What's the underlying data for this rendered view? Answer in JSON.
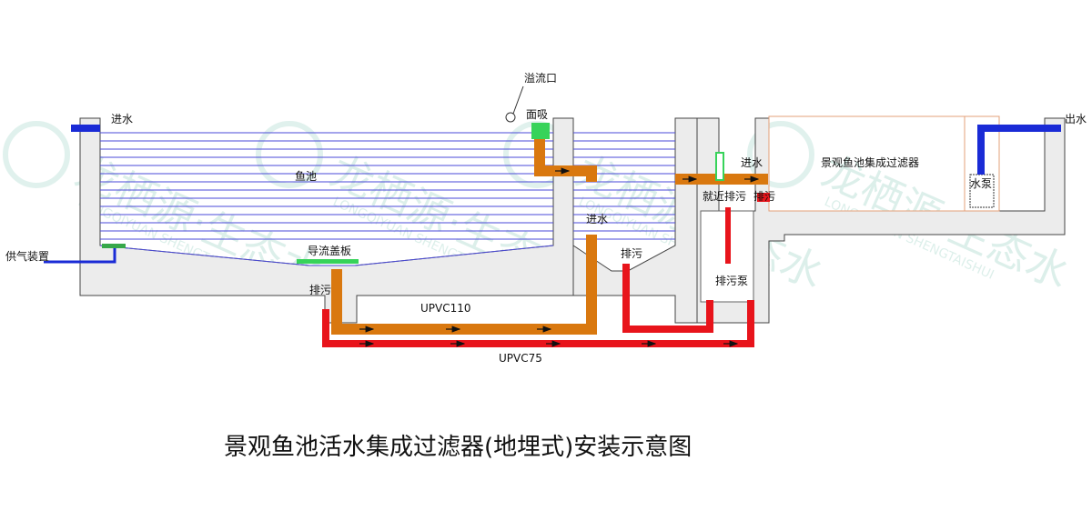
{
  "title": "景观鱼池活水集成过滤器(地埋式)安装示意图",
  "labels": {
    "inlet_left": "进水",
    "fish_pond": "鱼池",
    "overflow": "溢流口",
    "surface_skimmer": "面吸",
    "air_supply": "供气装置",
    "guide_cover": "导流盖板",
    "drain_center": "排污",
    "inlet_middle": "进水",
    "drain_middle": "排污",
    "pipe_110": "UPVC110",
    "pipe_75": "UPVC75",
    "inlet_filter": "进水",
    "nearby_drain": "就近排污",
    "drain_right": "排污",
    "drain_pump": "排污泵",
    "filter_name": "景观鱼池集成过滤器",
    "water_pump": "水泵",
    "outlet": "出水"
  },
  "watermark": {
    "cn": "龙栖源·生态水",
    "en": "LONGQIYUAN SHENGTAISHUI"
  },
  "colors": {
    "water_line": "#4a4ad8",
    "inlet_pipe": "#1a2bd6",
    "drain_pipe_red": "#e8141b",
    "main_pipe_orange": "#d9780f",
    "skimmer_green": "#37d35a",
    "concrete": "#ececec",
    "watermark": "#2f9f84"
  }
}
